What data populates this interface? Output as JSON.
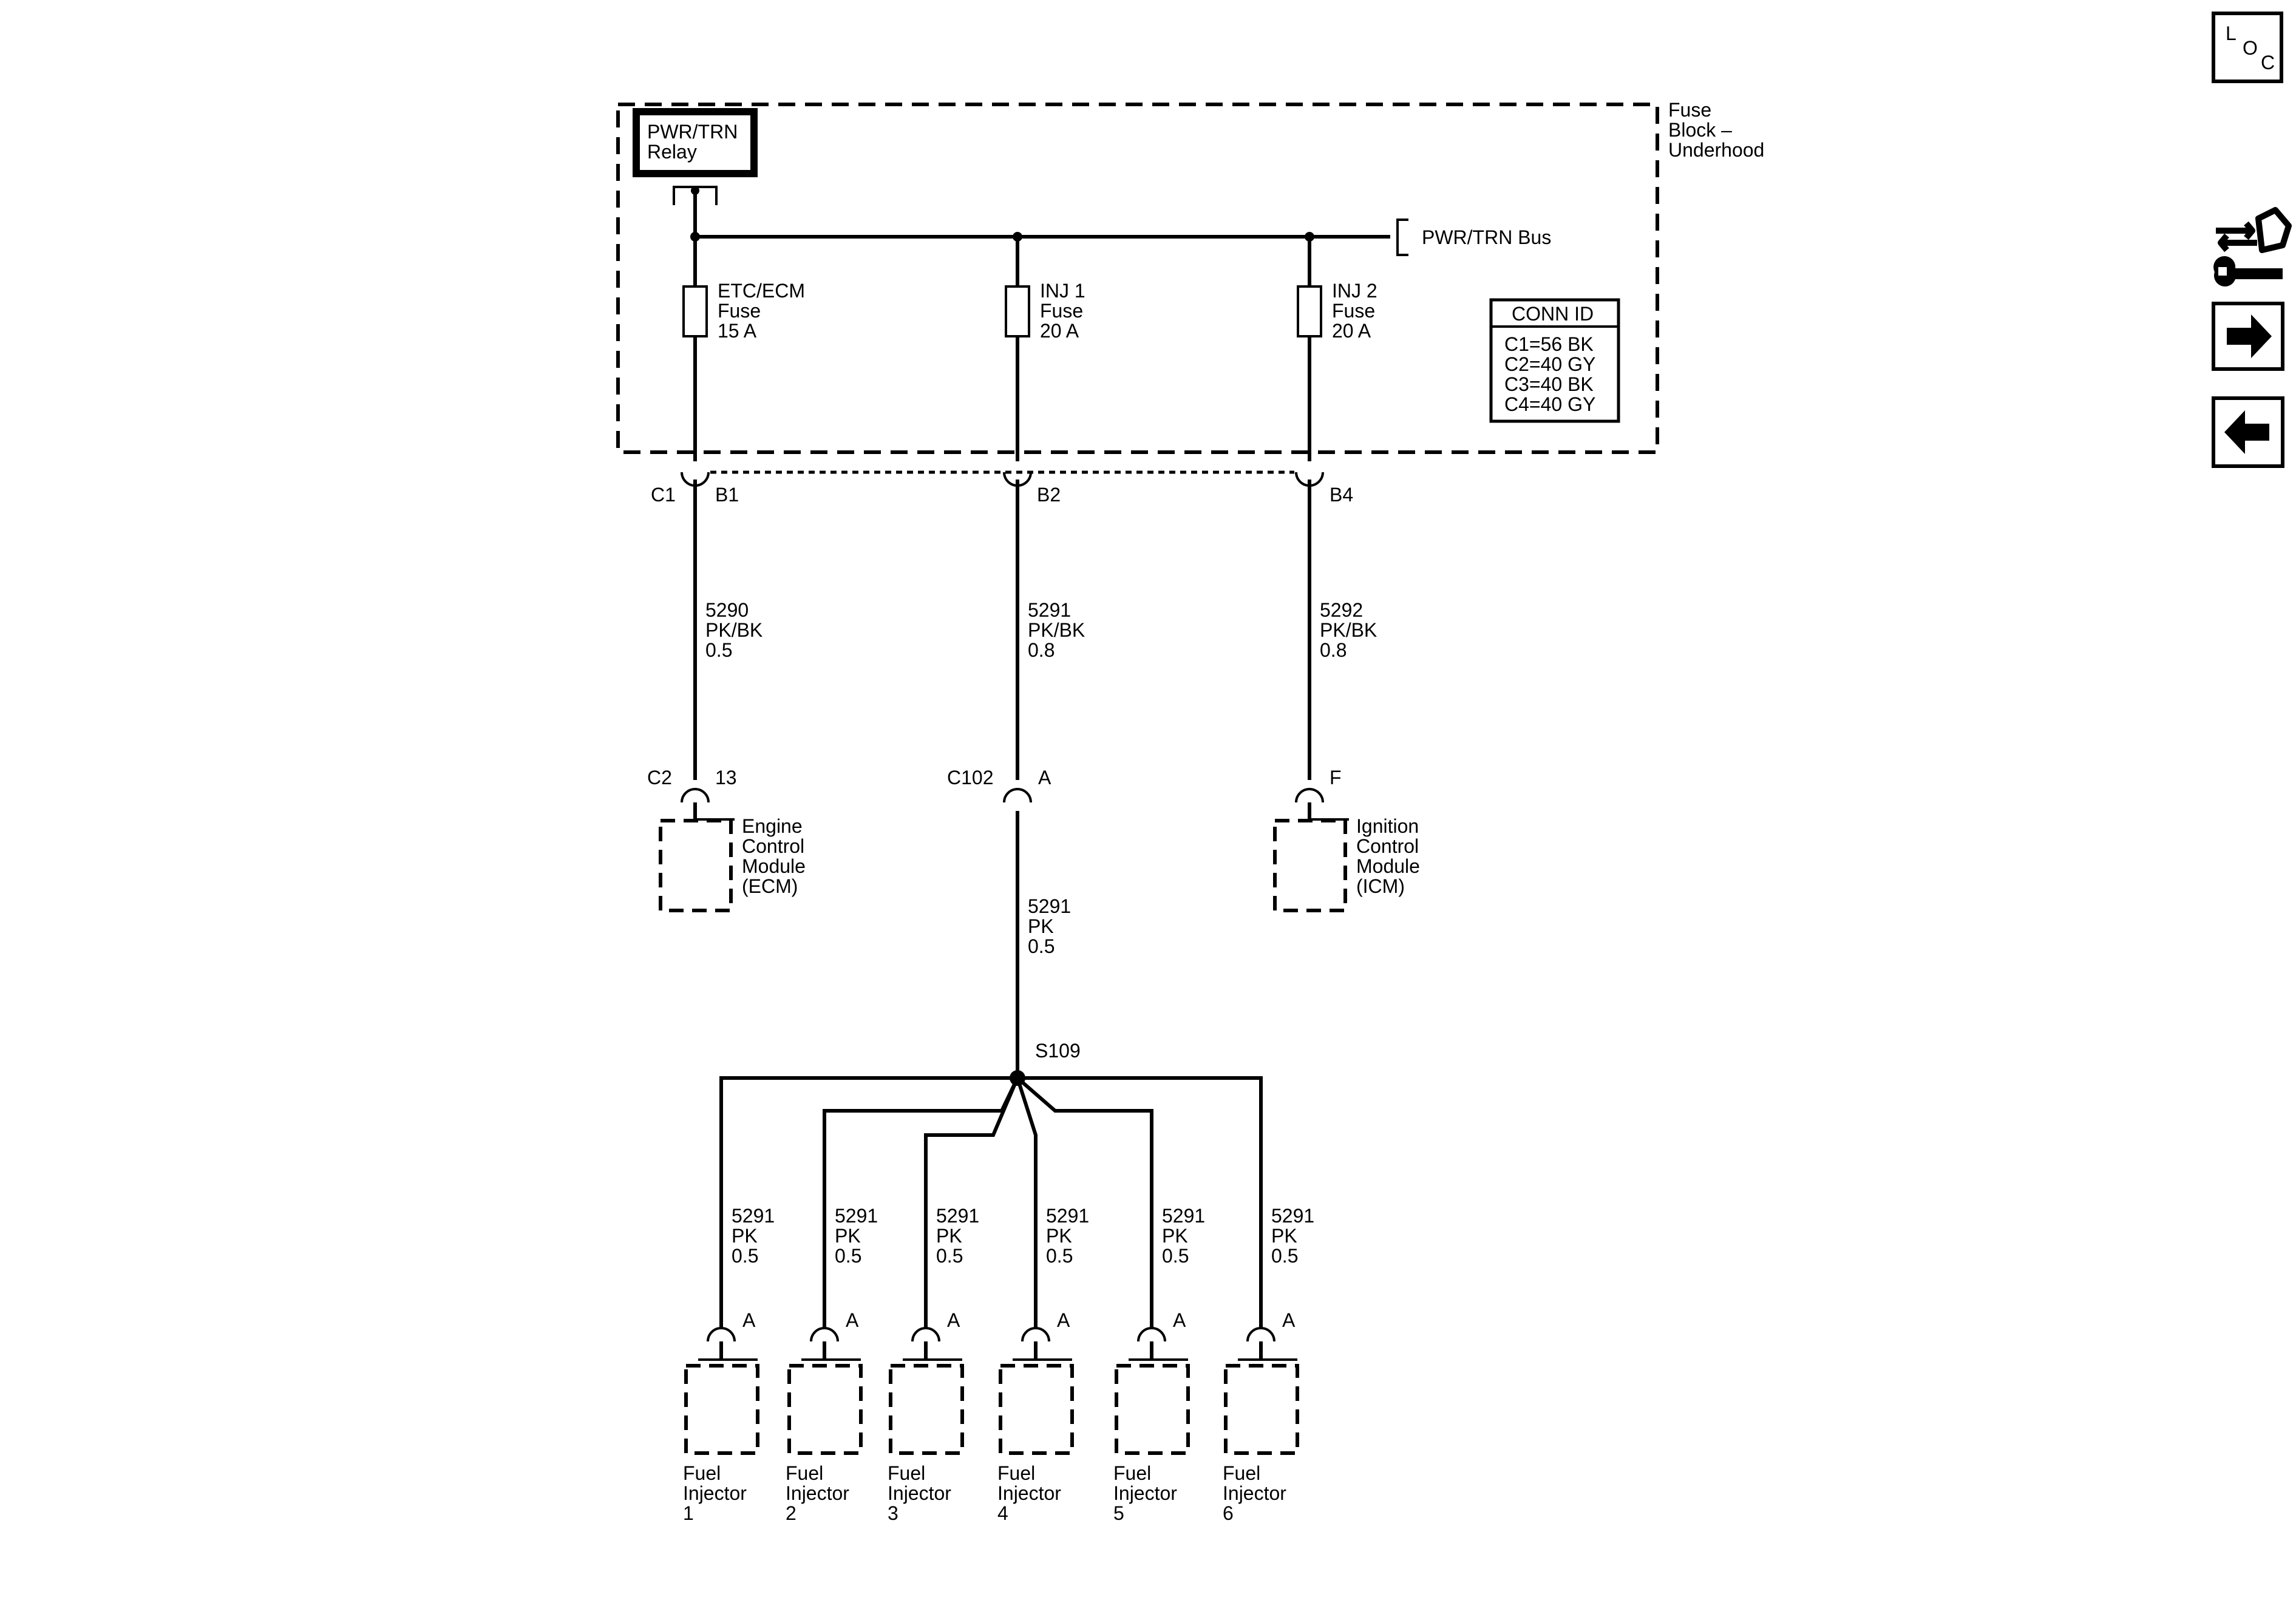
{
  "fuse_block": {
    "title_lines": [
      "Fuse",
      "Block –",
      "Underhood"
    ],
    "relay_lines": [
      "PWR/TRN",
      "Relay"
    ],
    "bus_label": "PWR/TRN Bus",
    "conn_id": {
      "header": "CONN ID",
      "lines": [
        "C1=56 BK",
        "C2=40 GY",
        "C3=40 BK",
        "C4=40 GY"
      ]
    }
  },
  "fuses": [
    {
      "lines": [
        "ETC/ECM",
        "Fuse",
        "15 A"
      ]
    },
    {
      "lines": [
        "INJ 1",
        "Fuse",
        "20 A"
      ]
    },
    {
      "lines": [
        "INJ 2",
        "Fuse",
        "20 A"
      ]
    }
  ],
  "terminals": {
    "c1": "C1",
    "b1": "B1",
    "b2": "B2",
    "b4": "B4",
    "c2": "C2",
    "pin13": "13",
    "c102": "C102",
    "pinA": "A",
    "pinF": "F",
    "s109": "S109"
  },
  "wires": [
    {
      "lines": [
        "5290",
        "PK/BK",
        "0.5"
      ]
    },
    {
      "lines": [
        "5291",
        "PK/BK",
        "0.8"
      ]
    },
    {
      "lines": [
        "5292",
        "PK/BK",
        "0.8"
      ]
    },
    {
      "lines": [
        "5291",
        "PK",
        "0.5"
      ]
    }
  ],
  "modules": [
    {
      "lines": [
        "Engine",
        "Control",
        "Module",
        "(ECM)"
      ]
    },
    {
      "lines": [
        "Ignition",
        "Control",
        "Module",
        "(ICM)"
      ]
    }
  ],
  "injectors": [
    {
      "wire_lines": [
        "5291",
        "PK",
        "0.5"
      ],
      "pin": "A",
      "lines": [
        "Fuel",
        "Injector",
        "1"
      ]
    },
    {
      "wire_lines": [
        "5291",
        "PK",
        "0.5"
      ],
      "pin": "A",
      "lines": [
        "Fuel",
        "Injector",
        "2"
      ]
    },
    {
      "wire_lines": [
        "5291",
        "PK",
        "0.5"
      ],
      "pin": "A",
      "lines": [
        "Fuel",
        "Injector",
        "3"
      ]
    },
    {
      "wire_lines": [
        "5291",
        "PK",
        "0.5"
      ],
      "pin": "A",
      "lines": [
        "Fuel",
        "Injector",
        "4"
      ]
    },
    {
      "wire_lines": [
        "5291",
        "PK",
        "0.5"
      ],
      "pin": "A",
      "lines": [
        "Fuel",
        "Injector",
        "5"
      ]
    },
    {
      "wire_lines": [
        "5291",
        "PK",
        "0.5"
      ],
      "pin": "A",
      "lines": [
        "Fuel",
        "Injector",
        "6"
      ]
    }
  ],
  "nav": {
    "loc_letters": [
      "L",
      "O",
      "C"
    ],
    "icons": [
      "connector-tool-icon",
      "arrow-right-icon",
      "arrow-left-icon"
    ]
  }
}
